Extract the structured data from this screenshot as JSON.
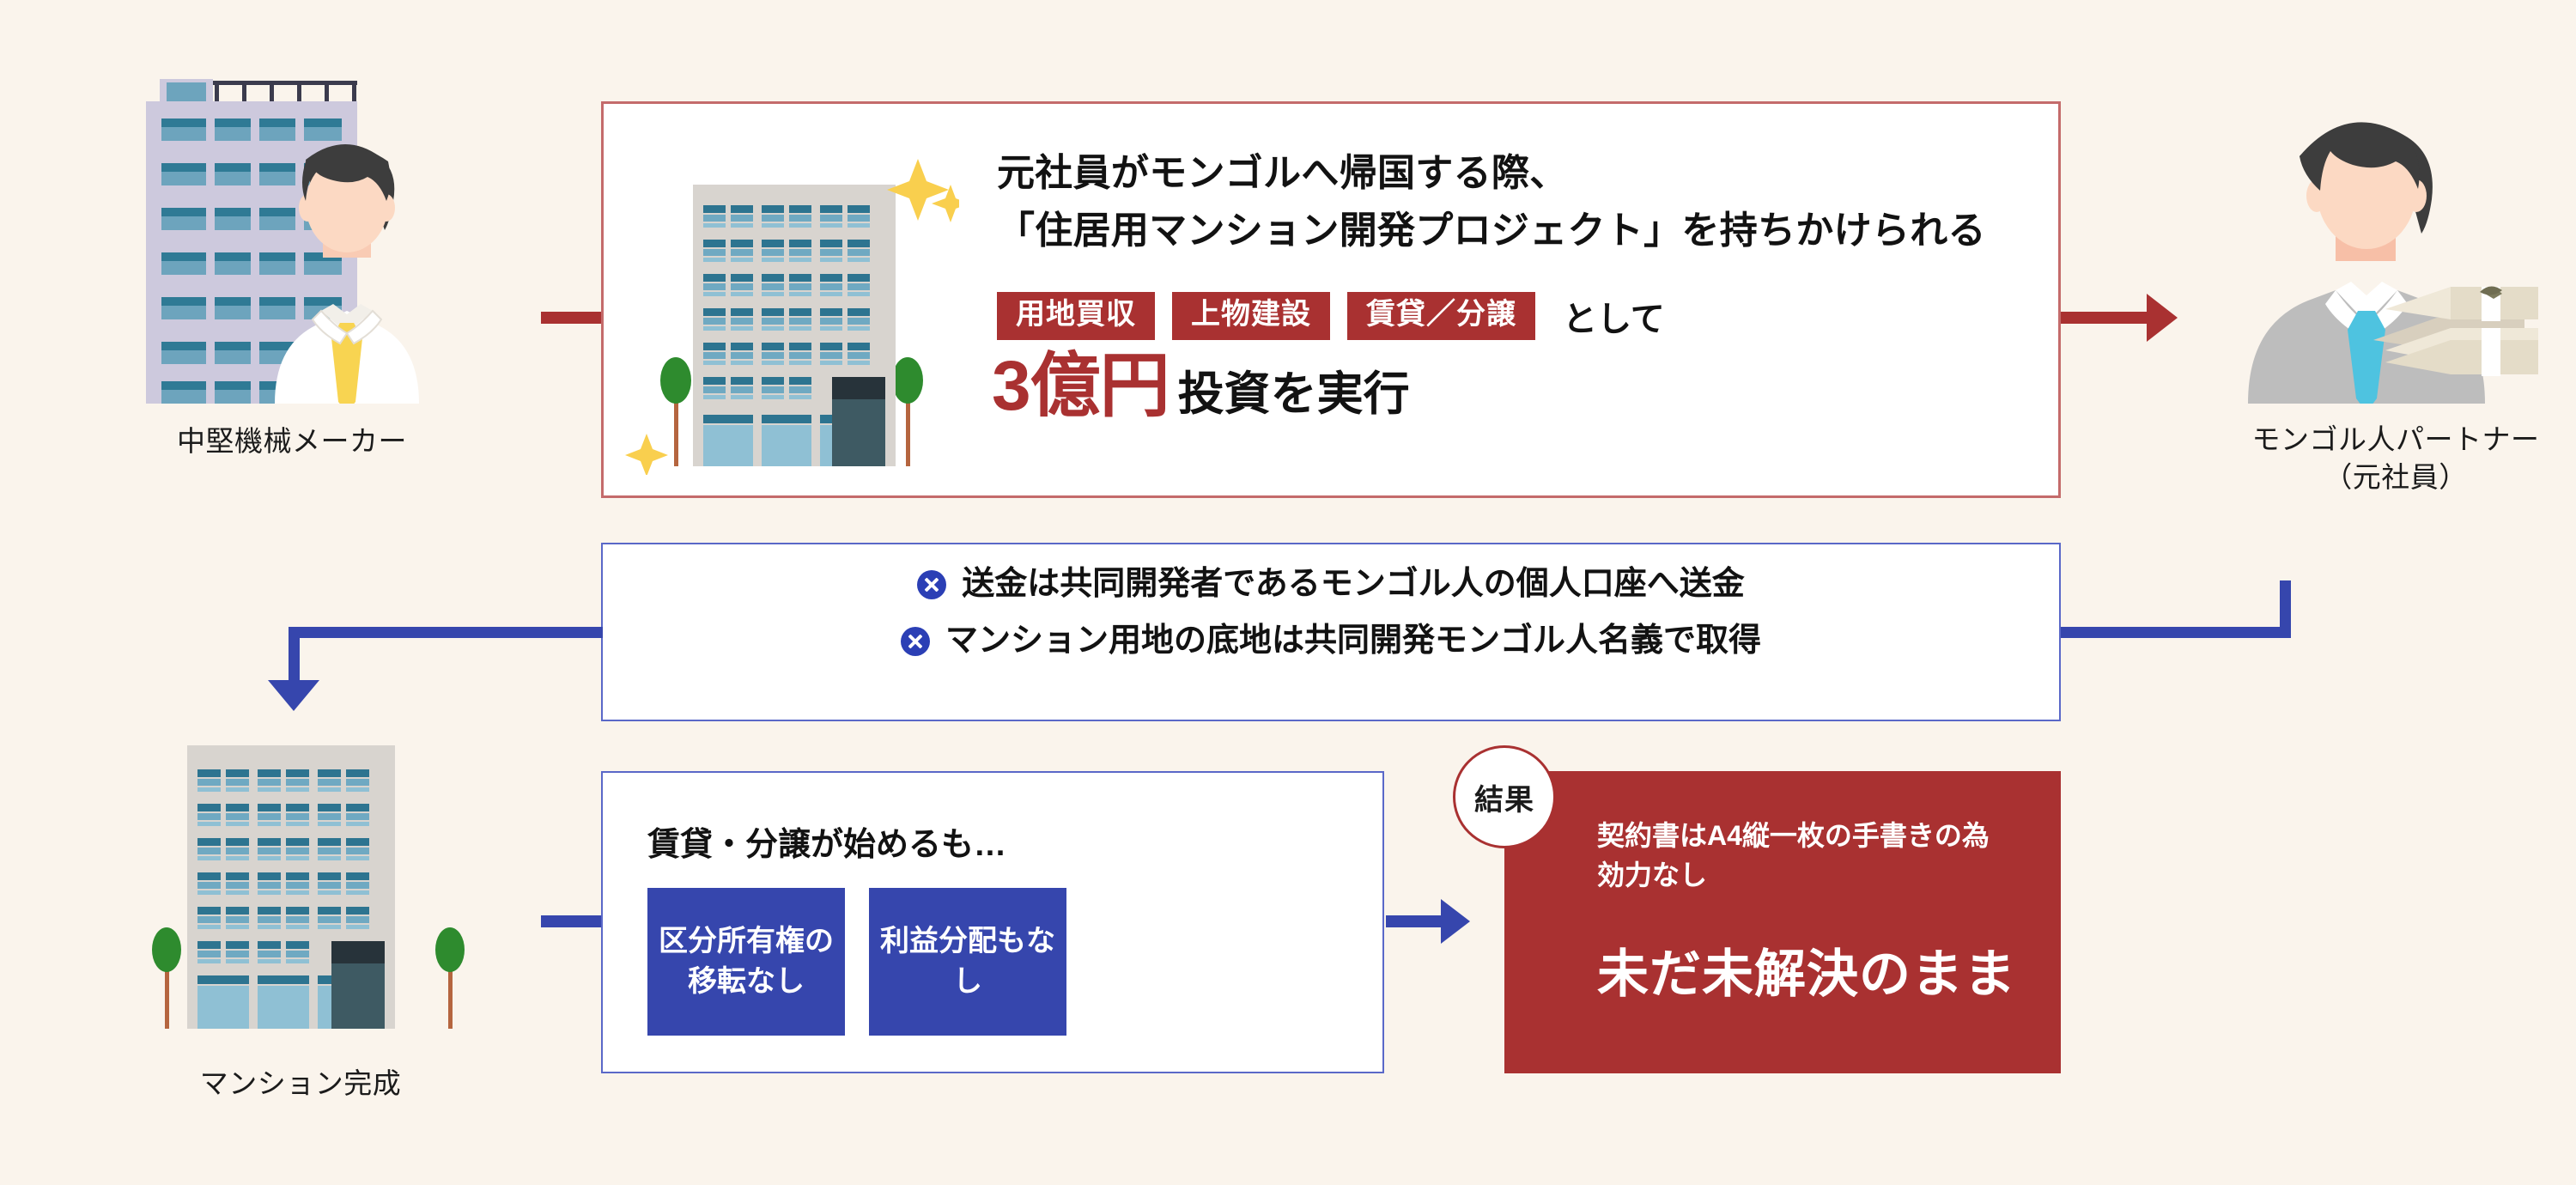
{
  "colors": {
    "background": "#faf4ec",
    "red": "#a93131",
    "red_border": "#c46b6b",
    "blue": "#3646ad",
    "blue_border": "#5a68c8",
    "text": "#121212"
  },
  "actors": {
    "left": {
      "label": "中堅機械メーカー",
      "icon": "office-building-with-businessman-icon"
    },
    "right": {
      "label": "モンゴル人パートナー\n（元社員）",
      "icon": "businessman-with-cash-stacks-icon"
    },
    "bottom_left": {
      "label": "マンション完成",
      "icon": "apartment-building-with-trees-icon"
    }
  },
  "main_card": {
    "headline_line1": "元社員がモンゴルへ帰国する際、",
    "headline_line2": "「住居用マンション開発プロジェクト」を持ちかけられる",
    "tags": [
      "用地買収",
      "上物建設",
      "賃貸／分譲"
    ],
    "tag_suffix": "として",
    "amount": "3億円",
    "amount_rest": "投資を実行",
    "icon": "apartment-building-with-sparkles-icon"
  },
  "notes_card": {
    "items": [
      "送金は共同開発者であるモンゴル人の個人口座へ送金",
      "マンション用地の底地は共同開発モンゴル人名義で取得"
    ],
    "bullet_icon": "x-circle-icon"
  },
  "bottom_card": {
    "title": "賃貸・分譲が始めるも…",
    "chips": [
      "区分所有権の\n移転なし",
      "利益分配もなし"
    ]
  },
  "result_card": {
    "badge": "結果",
    "subtitle": "契約書はA4縦一枚の手書きの為\n効力なし",
    "headline": "未だ未解決のまま"
  }
}
